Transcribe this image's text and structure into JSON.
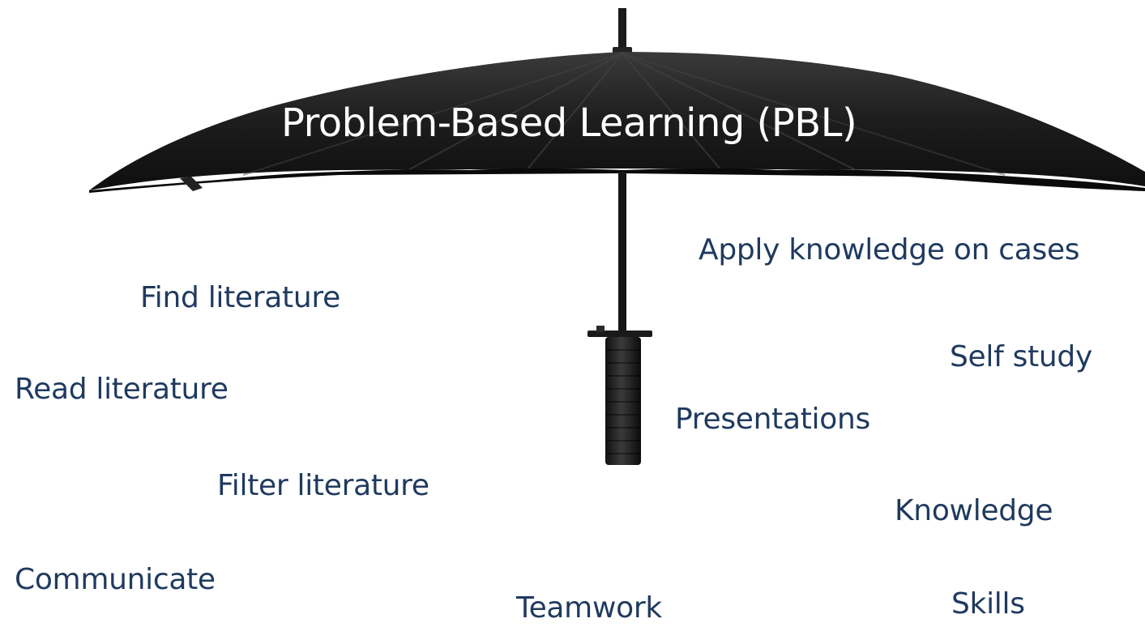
{
  "title": "Problem-Based Learning (PBL)",
  "labels": {
    "apply": "Apply knowledge on cases",
    "find": "Find literature",
    "self_study": "Self study",
    "read": "Read literature",
    "presentations": "Presentations",
    "filter": "Filter literature",
    "knowledge": "Knowledge",
    "communicate": "Communicate",
    "teamwork": "Teamwork",
    "skills": "Skills"
  },
  "colors": {
    "canopy": "#1b1b1b",
    "label_text": "#1f3a5f",
    "title_text": "#ffffff"
  }
}
